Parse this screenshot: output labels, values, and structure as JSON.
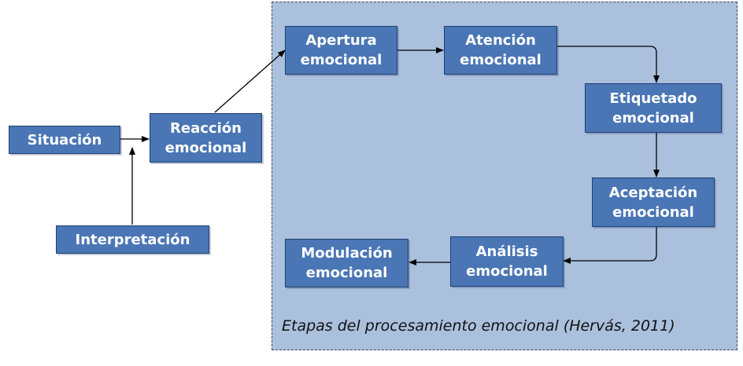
{
  "nodes": {
    "situacion": "Situación",
    "interpretacion": "Interpretación",
    "reaccion": [
      "Reacción",
      "emocional"
    ],
    "apertura": [
      "Apertura",
      "emocional"
    ],
    "atencion": [
      "Atención",
      "emocional"
    ],
    "etiquetado": [
      "Etiquetado",
      "emocional"
    ],
    "aceptacion": [
      "Aceptación",
      "emocional"
    ],
    "analisis": [
      "Análisis",
      "emocional"
    ],
    "modulacion": [
      "Modulación",
      "emocional"
    ]
  },
  "caption": "Etapas del procesamiento emocional (Hervás, 2011)",
  "colors": {
    "box_fill": "#4a76b5",
    "box_border": "#1f3f73",
    "panel_fill": "#aac0dd",
    "text": "#ffffff"
  }
}
